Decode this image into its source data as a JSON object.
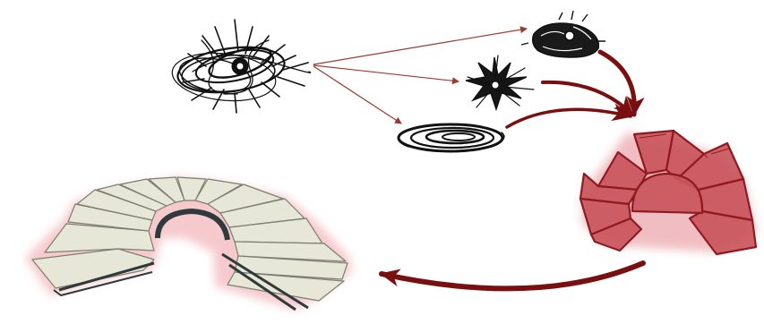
{
  "diagram": {
    "colors": {
      "ink": "#111111",
      "arrow_dark": "#7a0f0f",
      "arrow_thin": "#9a3b2e",
      "red_fill": "#c9555c",
      "red_stroke": "#8f1a1f",
      "glow": "#f3b8bd",
      "stair_light": "#e7e7d8",
      "stair_line": "#7d7d72",
      "stair_dark": "#2f3a3a"
    },
    "nodes": [
      {
        "id": "source",
        "icon": "tangled-scribble-sketch-icon"
      },
      {
        "id": "variant-blob",
        "icon": "dense-blob-sketch-icon"
      },
      {
        "id": "variant-burst",
        "icon": "starburst-sketch-icon"
      },
      {
        "id": "variant-spiral",
        "icon": "concentric-spiral-sketch-icon"
      },
      {
        "id": "red-model",
        "icon": "red-radial-fan-model-icon"
      },
      {
        "id": "staircase-model",
        "icon": "spiral-staircase-render-icon"
      }
    ],
    "edges": [
      {
        "from": "source",
        "to": "variant-blob",
        "style": "thin"
      },
      {
        "from": "source",
        "to": "variant-burst",
        "style": "thin"
      },
      {
        "from": "source",
        "to": "variant-spiral",
        "style": "thin"
      },
      {
        "from": "variant-blob",
        "to": "red-model",
        "style": "thick"
      },
      {
        "from": "variant-burst",
        "to": "red-model",
        "style": "thick"
      },
      {
        "from": "variant-spiral",
        "to": "red-model",
        "style": "thick"
      },
      {
        "from": "red-model",
        "to": "staircase-model",
        "style": "thick"
      }
    ]
  }
}
